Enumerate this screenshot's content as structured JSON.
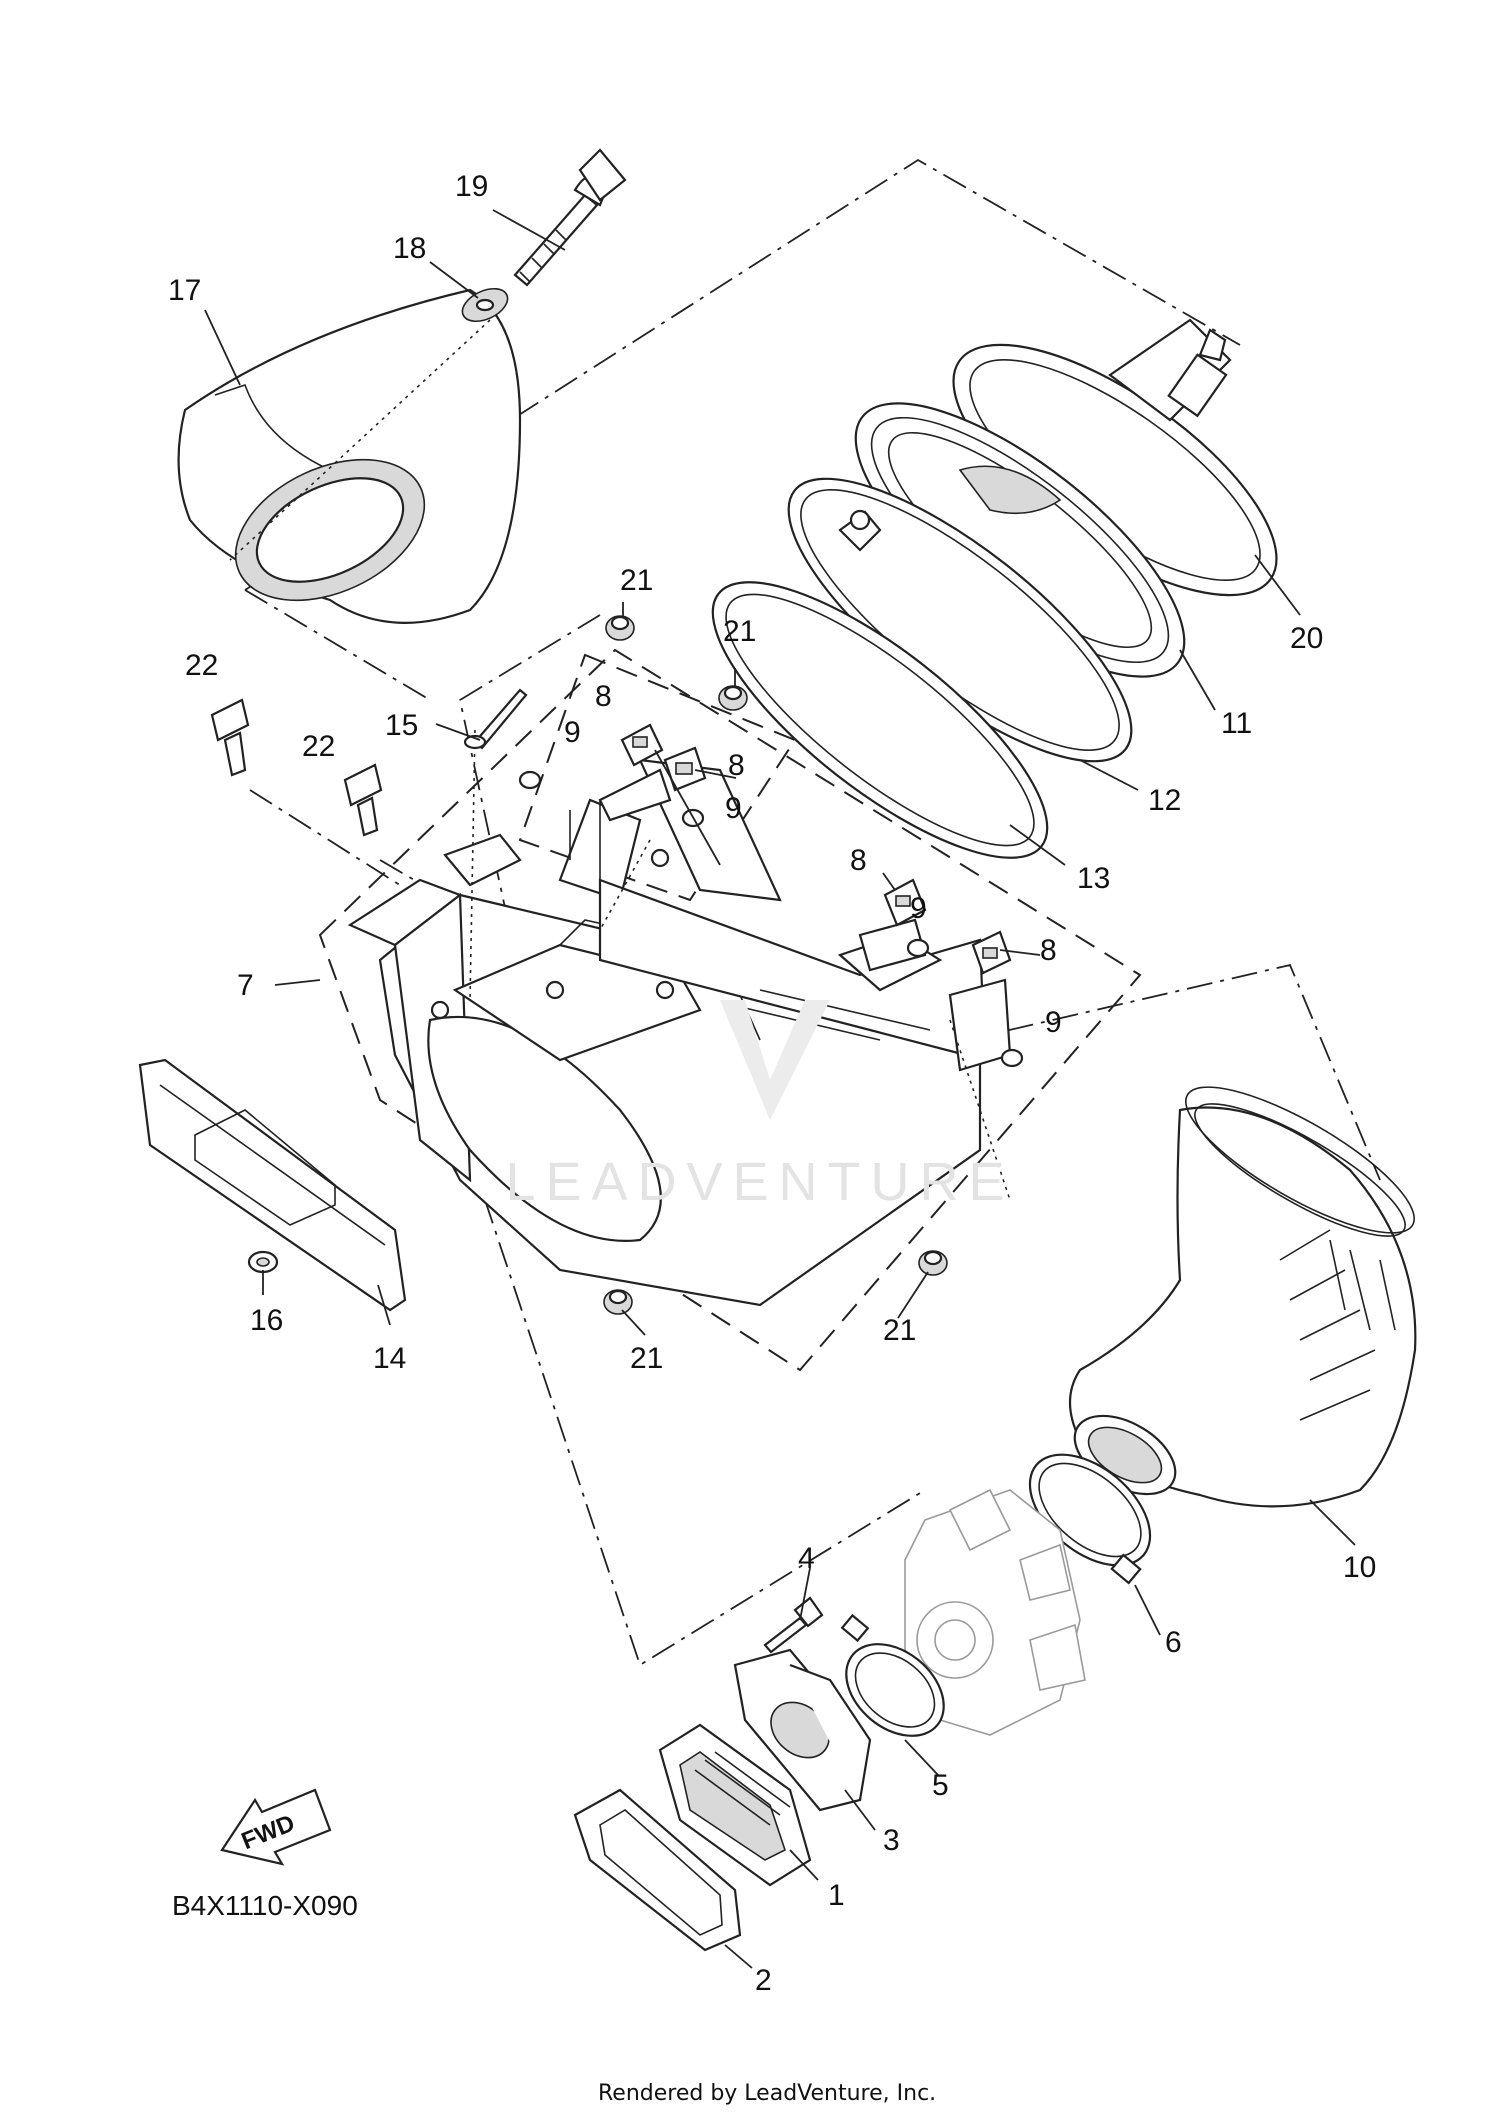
{
  "diagram": {
    "drawing_code": "B4X1110-X090",
    "footer": "Rendered by LeadVenture, Inc.",
    "watermark": "LEADVENTURE",
    "fwd_label": "FWD",
    "callouts": {
      "c1": "1",
      "c2": "2",
      "c3": "3",
      "c4": "4",
      "c5": "5",
      "c6": "6",
      "c7": "7",
      "c8a": "8",
      "c8b": "8",
      "c8c": "8",
      "c8d": "8",
      "c9a": "9",
      "c9b": "9",
      "c9c": "9",
      "c9d": "9",
      "c10": "10",
      "c11": "11",
      "c12": "12",
      "c13": "13",
      "c14": "14",
      "c15": "15",
      "c16": "16",
      "c17": "17",
      "c18": "18",
      "c19": "19",
      "c20": "20",
      "c21a": "21",
      "c21b": "21",
      "c21c": "21",
      "c21d": "21",
      "c22a": "22",
      "c22b": "22"
    }
  }
}
